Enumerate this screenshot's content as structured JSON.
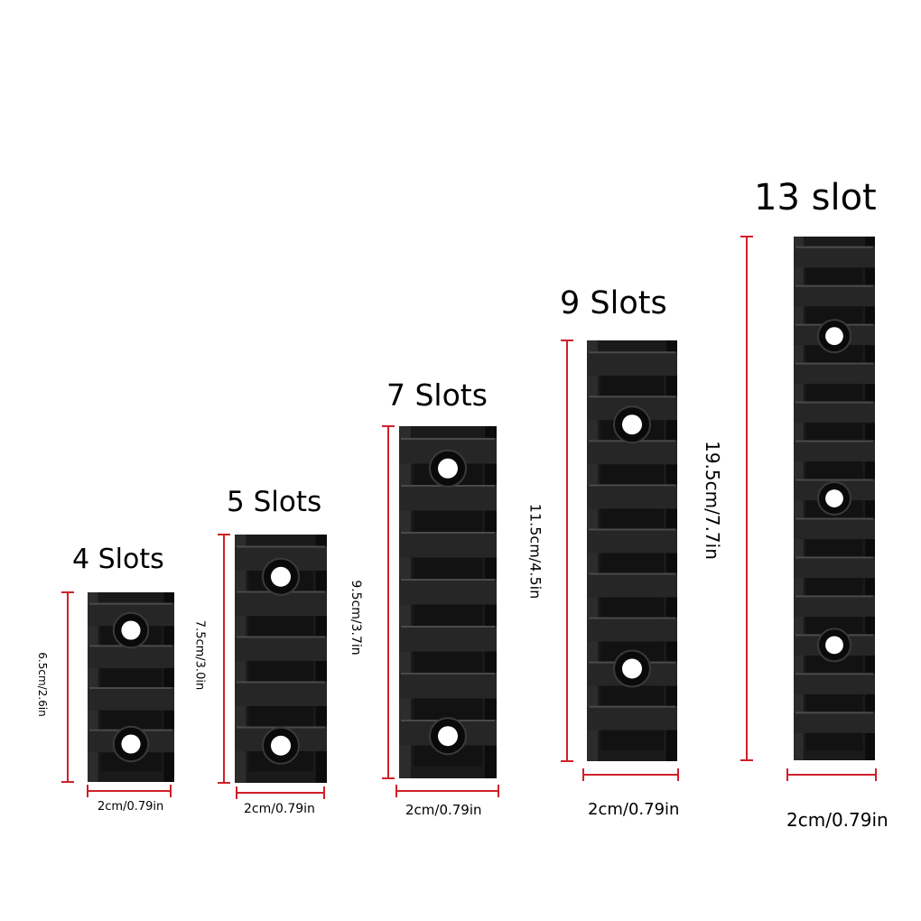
{
  "accent_color": "#d0202a",
  "rail_color": "#1a1a1a",
  "rails": [
    {
      "title": "4 Slots",
      "height_label": "6.5cm/2.6in",
      "width_label": "2cm/0.79in",
      "slots": 4,
      "holes": 2
    },
    {
      "title": "5 Slots",
      "height_label": "7.5cm/3.0in",
      "width_label": "2cm/0.79in",
      "slots": 5,
      "holes": 2
    },
    {
      "title": "7 Slots",
      "height_label": "9.5cm/3.7in",
      "width_label": "2cm/0.79in",
      "slots": 7,
      "holes": 2
    },
    {
      "title": "9 Slots",
      "height_label": "11.5cm/4.5in",
      "width_label": "2cm/0.79in",
      "slots": 9,
      "holes": 2
    },
    {
      "title": "13 slot",
      "height_label": "19.5cm/7.7in",
      "width_label": "2cm/0.79in",
      "slots": 13,
      "holes": 3
    }
  ]
}
